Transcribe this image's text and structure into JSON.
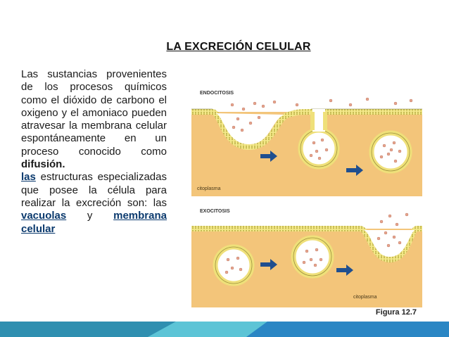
{
  "slide": {
    "title": "LA EXCRECIÓN CELULAR",
    "paragraph": {
      "p1": "Las sustancias provenientes de los procesos químicos como el dióxido de carbono el oxigeno y el amoniaco pueden atravesar la membrana celular espontáneamente en un proceso conocido como",
      "p1_bold": "difusión.",
      "p2_lead": "las",
      "p2": " estructuras especializadas que posee la célula para realizar la excreción son: las ",
      "p2_bold1": "vacuolas",
      "p2_mid": " y ",
      "p2_bold2": "membrana celular"
    }
  },
  "figure": {
    "panel_top_label": "ENDOCITOSIS",
    "panel_bottom_label": "EXOCITOSIS",
    "cytoplasm_label_top": "citoplasma",
    "cytoplasm_label_bottom": "citoplasma",
    "caption": "Figura 12.7"
  },
  "colors": {
    "accent_blue": "#1f6fbf",
    "band_teal": "#46b6c9",
    "cytoplasm": "#f3c57a",
    "membrane": "#f0e27a",
    "arrow": "#1f4f8f",
    "particle": "#e8a58e"
  }
}
